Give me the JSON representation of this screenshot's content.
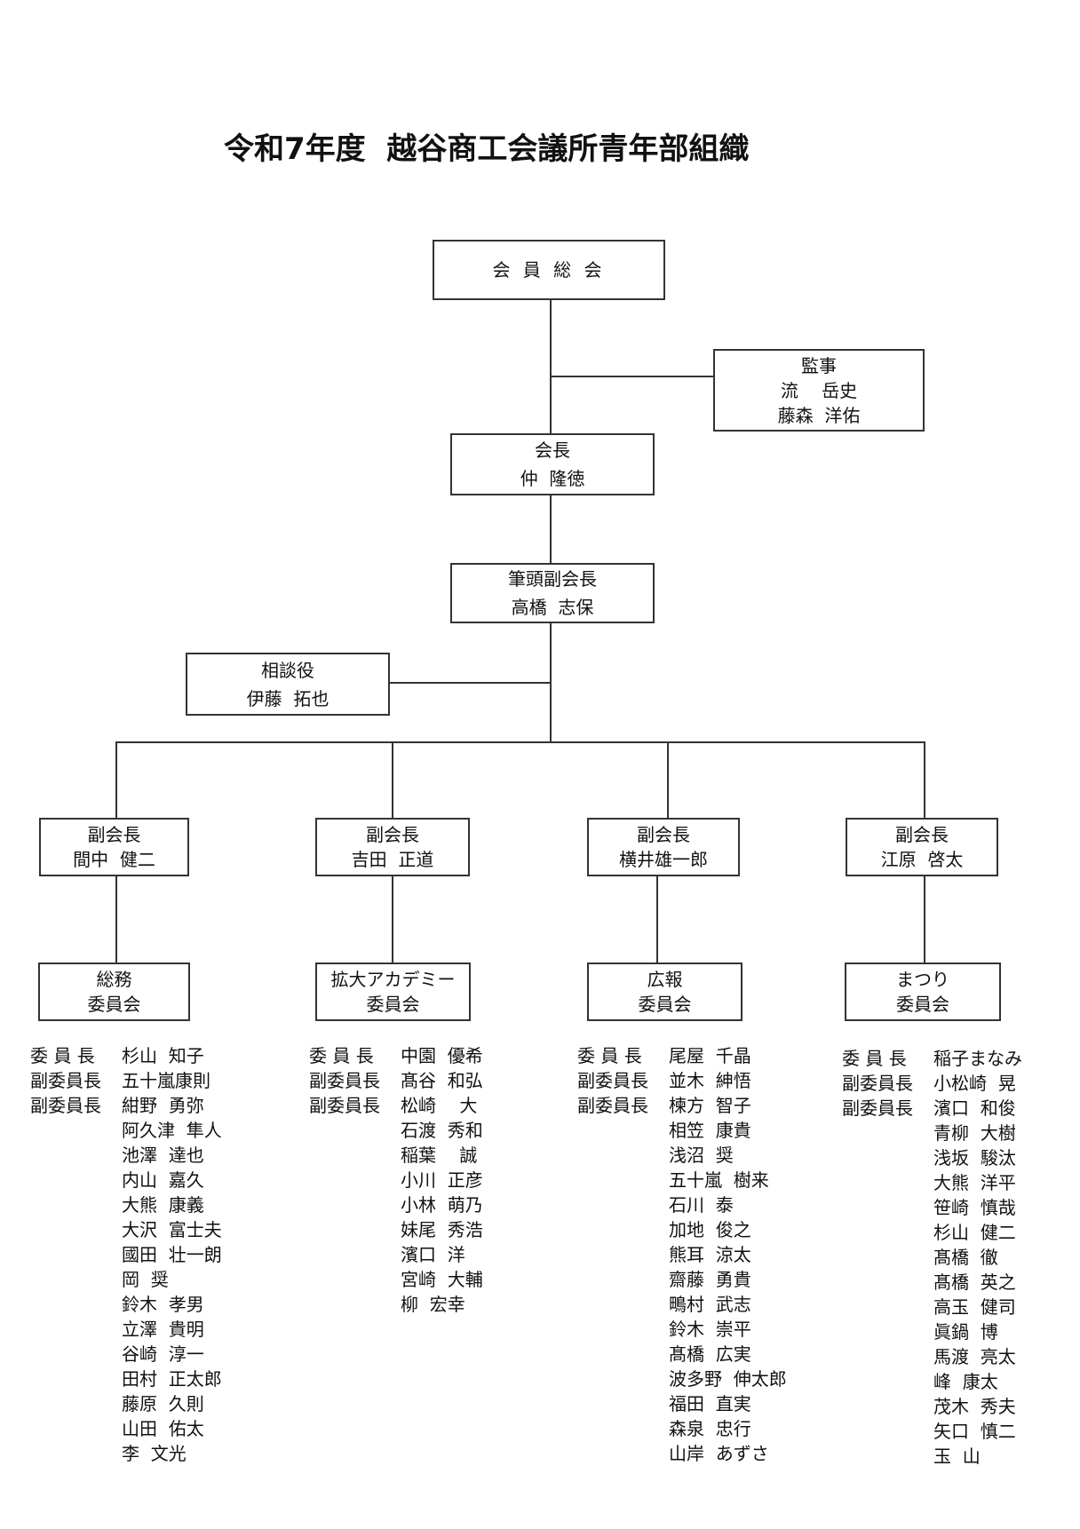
{
  "title": "令和7年度  越谷商工会議所青年部組織",
  "general_assembly": {
    "label": "会 員 総 会"
  },
  "auditors": {
    "role": "監事",
    "names": [
      "流　 岳史",
      "藤森  洋佑"
    ]
  },
  "president": {
    "role": "会長",
    "name": "仲  隆徳"
  },
  "senior_vp": {
    "role": "筆頭副会長",
    "name": "高橋  志保"
  },
  "advisor": {
    "role": "相談役",
    "name": "伊藤  拓也"
  },
  "branches": [
    {
      "vp_role": "副会長",
      "vp_name": "間中  健二",
      "committee_line1": "総務",
      "committee_line2": "委員会",
      "members": [
        {
          "role": "委 員 長",
          "name": "杉山  知子"
        },
        {
          "role": "副委員長",
          "name": "五十嵐康則"
        },
        {
          "role": "副委員長",
          "name": "紺野  勇弥"
        },
        {
          "role": "",
          "name": "阿久津  隼人"
        },
        {
          "role": "",
          "name": "池澤  達也"
        },
        {
          "role": "",
          "name": "内山  嘉久"
        },
        {
          "role": "",
          "name": "大熊  康義"
        },
        {
          "role": "",
          "name": "大沢  富士夫"
        },
        {
          "role": "",
          "name": "國田  壮一朗"
        },
        {
          "role": "",
          "name": "岡  奨"
        },
        {
          "role": "",
          "name": "鈴木  孝男"
        },
        {
          "role": "",
          "name": "立澤  貴明"
        },
        {
          "role": "",
          "name": "谷崎  淳一"
        },
        {
          "role": "",
          "name": "田村  正太郎"
        },
        {
          "role": "",
          "name": "藤原  久則"
        },
        {
          "role": "",
          "name": "山田  佑太"
        },
        {
          "role": "",
          "name": "李  文光"
        }
      ]
    },
    {
      "vp_role": "副会長",
      "vp_name": "吉田  正道",
      "committee_line1": "拡大アカデミー",
      "committee_line2": "委員会",
      "members": [
        {
          "role": "委 員 長",
          "name": "中園  優希"
        },
        {
          "role": "副委員長",
          "name": "髙谷  和弘"
        },
        {
          "role": "副委員長",
          "name": "松崎　 大"
        },
        {
          "role": "",
          "name": "石渡  秀和"
        },
        {
          "role": "",
          "name": "稲葉　 誠"
        },
        {
          "role": "",
          "name": "小川  正彦"
        },
        {
          "role": "",
          "name": "小林  萌乃"
        },
        {
          "role": "",
          "name": "妹尾  秀浩"
        },
        {
          "role": "",
          "name": "濱口  洋"
        },
        {
          "role": "",
          "name": "宮崎  大輔"
        },
        {
          "role": "",
          "name": "柳  宏幸"
        }
      ]
    },
    {
      "vp_role": "副会長",
      "vp_name": "横井雄一郎",
      "committee_line1": "広報",
      "committee_line2": "委員会",
      "members": [
        {
          "role": "委 員 長",
          "name": "尾屋  千晶"
        },
        {
          "role": "副委員長",
          "name": "並木  紳悟"
        },
        {
          "role": "副委員長",
          "name": "楝方  智子"
        },
        {
          "role": "",
          "name": "相笠  康貴"
        },
        {
          "role": "",
          "name": "浅沼  奨"
        },
        {
          "role": "",
          "name": "五十嵐  樹来"
        },
        {
          "role": "",
          "name": "石川  泰"
        },
        {
          "role": "",
          "name": "加地  俊之"
        },
        {
          "role": "",
          "name": "熊耳  涼太"
        },
        {
          "role": "",
          "name": "齋藤  勇貴"
        },
        {
          "role": "",
          "name": "鴫村  武志"
        },
        {
          "role": "",
          "name": "鈴木  崇平"
        },
        {
          "role": "",
          "name": "髙橋  広実"
        },
        {
          "role": "",
          "name": "波多野  伸太郎"
        },
        {
          "role": "",
          "name": "福田  直実"
        },
        {
          "role": "",
          "name": "森泉  忠行"
        },
        {
          "role": "",
          "name": "山岸  あずさ"
        }
      ]
    },
    {
      "vp_role": "副会長",
      "vp_name": "江原  啓太",
      "committee_line1": "まつり",
      "committee_line2": "委員会",
      "members": [
        {
          "role": "委 員 長",
          "name": "稲子まなみ"
        },
        {
          "role": "副委員長",
          "name": "小松崎  晃"
        },
        {
          "role": "副委員長",
          "name": "濱口  和俊"
        },
        {
          "role": "",
          "name": "青柳  大樹"
        },
        {
          "role": "",
          "name": "浅坂  駿汰"
        },
        {
          "role": "",
          "name": "大熊  洋平"
        },
        {
          "role": "",
          "name": "笹崎  慎哉"
        },
        {
          "role": "",
          "name": "杉山  健二"
        },
        {
          "role": "",
          "name": "髙橋  徹"
        },
        {
          "role": "",
          "name": "髙橋  英之"
        },
        {
          "role": "",
          "name": "高玉  健司"
        },
        {
          "role": "",
          "name": "眞鍋  博"
        },
        {
          "role": "",
          "name": "馬渡  亮太"
        },
        {
          "role": "",
          "name": "峰  康太"
        },
        {
          "role": "",
          "name": "茂木  秀夫"
        },
        {
          "role": "",
          "name": "矢口  慎二"
        },
        {
          "role": "",
          "name": "玉  山"
        }
      ]
    }
  ]
}
